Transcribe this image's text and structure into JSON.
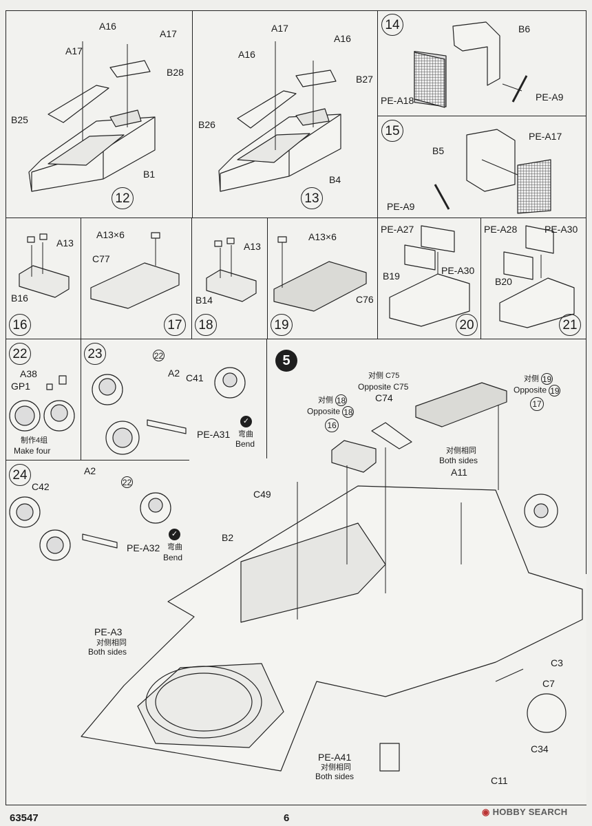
{
  "steps": {
    "s12": {
      "number": "12",
      "labels": [
        "A16",
        "A17",
        "A17",
        "B28",
        "B25",
        "B1"
      ]
    },
    "s13": {
      "number": "13",
      "labels": [
        "A17",
        "A16",
        "A16",
        "B27",
        "B26",
        "B4"
      ]
    },
    "s14": {
      "number": "14",
      "labels": [
        "B6",
        "PE-A18",
        "PE-A9"
      ]
    },
    "s15": {
      "number": "15",
      "labels": [
        "PE-A17",
        "B5",
        "PE-A9"
      ]
    },
    "s16": {
      "number": "16",
      "labels": [
        "A13",
        "B16"
      ]
    },
    "s17": {
      "number": "17",
      "labels": [
        "A13×6",
        "C77"
      ]
    },
    "s18": {
      "number": "18",
      "labels": [
        "A13",
        "B14"
      ]
    },
    "s19": {
      "number": "19",
      "labels": [
        "A13×6",
        "C76"
      ]
    },
    "s20": {
      "number": "20",
      "labels": [
        "PE-A27",
        "PE-A30",
        "B19"
      ]
    },
    "s21": {
      "number": "21",
      "labels": [
        "PE-A28",
        "PE-A30",
        "B20"
      ]
    },
    "s22": {
      "number": "22",
      "labels": [
        "A38",
        "GP1"
      ],
      "note_cn": "制作4组",
      "note_en": "Make four"
    },
    "s23": {
      "number": "23",
      "labels": [
        "22",
        "A2",
        "C41",
        "PE-A31"
      ],
      "bend_cn": "弯曲",
      "bend_en": "Bend"
    },
    "s24": {
      "number": "24",
      "labels": [
        "A2",
        "C42",
        "22",
        "PE-A32"
      ],
      "bend_cn": "弯曲",
      "bend_en": "Bend"
    },
    "s5": {
      "number": "5",
      "c75_cn": "对侧 C75",
      "c75_en": "Opposite C75",
      "c74": "C74",
      "opp18_cn": "对侧",
      "opp18_en": "Opposite",
      "ref18": "18",
      "ref16": "16",
      "opp19_cn": "对侧",
      "opp19_en": "Opposite",
      "ref19": "19",
      "ref17": "17",
      "both_cn": "对侧相同",
      "both_en": "Both sides",
      "a11": "A11",
      "c49": "C49",
      "b2": "B2",
      "pea3": "PE-A3",
      "pea3_cn": "对侧相同",
      "pea3_en": "Both sides",
      "pea41": "PE-A41",
      "pea41_cn": "对侧相同",
      "pea41_en": "Both sides",
      "c3": "C3",
      "c7": "C7",
      "c34": "C34",
      "c11": "C11"
    }
  },
  "footer": {
    "code": "63547",
    "page": "6",
    "watermark": "HOBBY SEARCH"
  }
}
